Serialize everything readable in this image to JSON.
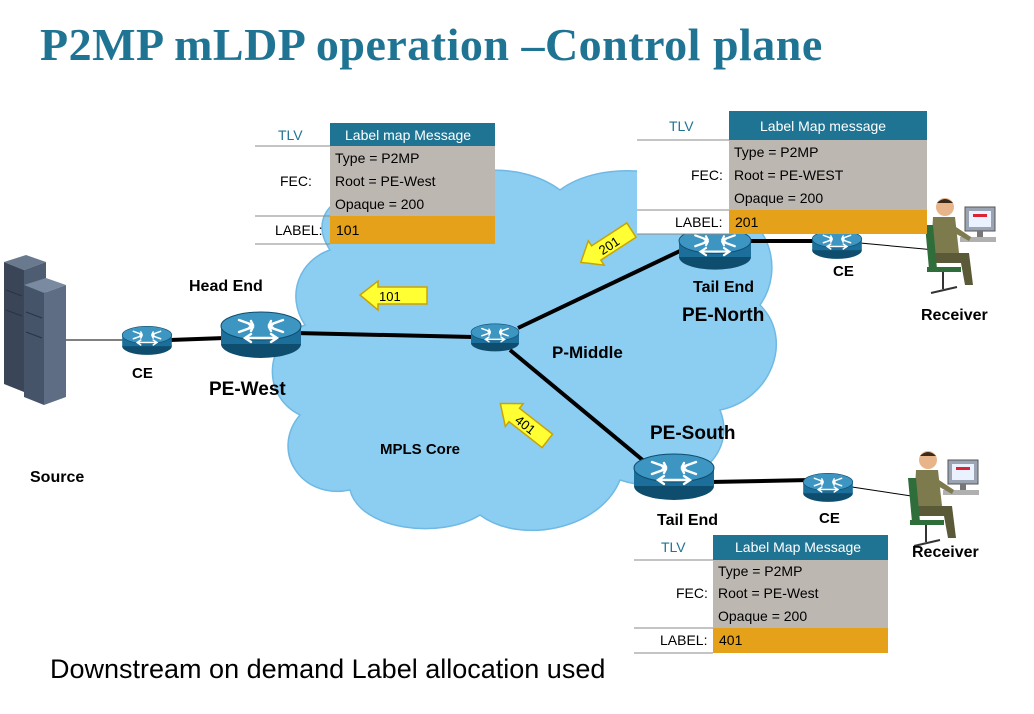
{
  "title": "P2MP mLDP operation –Control plane",
  "footer": "Downstream on demand Label allocation used",
  "colors": {
    "title": "#1f7493",
    "cloud": "#8ccdf2",
    "table_header": "#1f7493",
    "table_fec": "#bdb7b2",
    "table_label": "#e6a11a",
    "label_arrow": "#ffff33",
    "router": "#1b6f9a"
  },
  "nodes": {
    "source": "Source",
    "ce_west": "CE",
    "head_end": "Head End",
    "pe_west": "PE-West",
    "mpls_core": "MPLS Core",
    "p_middle": "P-Middle",
    "tail_end_north": "Tail End",
    "pe_north": "PE-North",
    "ce_north": "CE",
    "receiver_north": "Receiver",
    "pe_south": "PE-South",
    "tail_end_south": "Tail End",
    "ce_south": "CE",
    "receiver_south": "Receiver"
  },
  "label_arrows": {
    "west": "101",
    "north": "201",
    "south": "401"
  },
  "tables": {
    "west": {
      "tlv": "TLV",
      "header": "Label map Message",
      "fec_label": "FEC:",
      "type": "Type = P2MP",
      "root": "Root = PE-West",
      "opaque": "Opaque = 200",
      "label_key": "LABEL:",
      "label_value": "101"
    },
    "north": {
      "tlv": "TLV",
      "header": "Label Map message",
      "fec_label": "FEC:",
      "type": "Type = P2MP",
      "root": "Root = PE-WEST",
      "opaque": "Opaque = 200",
      "label_key": "LABEL:",
      "label_value": "201"
    },
    "south": {
      "tlv": "TLV",
      "header": "Label Map Message",
      "fec_label": "FEC:",
      "type": "Type = P2MP",
      "root": "Root = PE-West",
      "opaque": "Opaque = 200",
      "label_key": "LABEL:",
      "label_value": "401"
    }
  }
}
